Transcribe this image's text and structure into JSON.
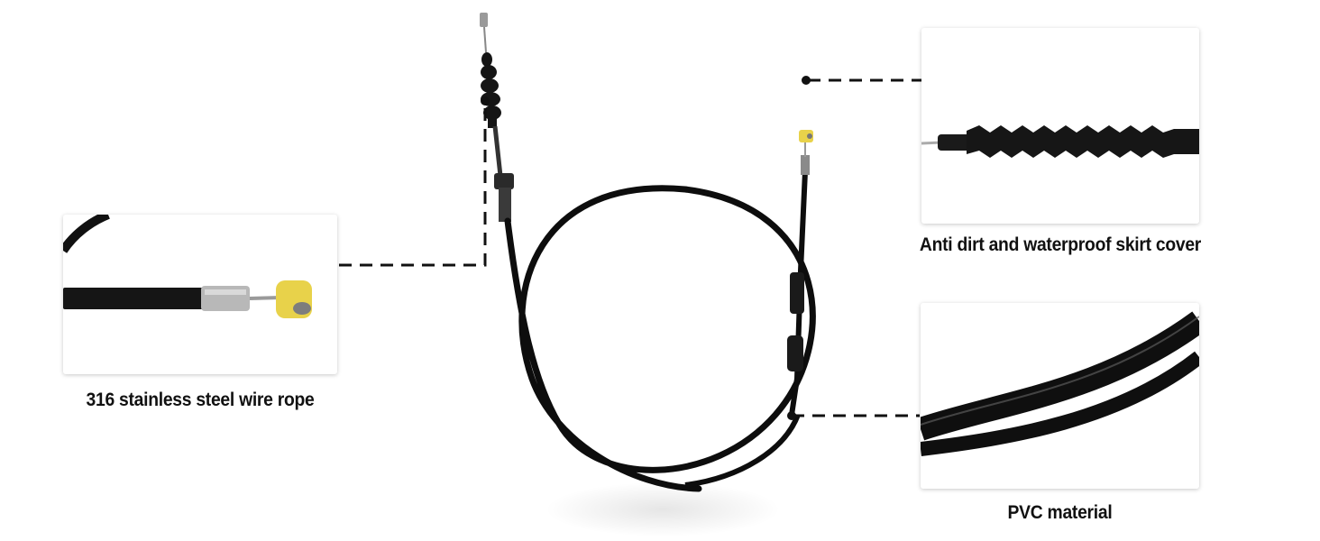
{
  "callouts": {
    "wire_rope": {
      "label": "316 stainless steel wire rope"
    },
    "skirt_cover": {
      "label": "Anti dirt and waterproof skirt cover"
    },
    "pvc": {
      "label": "PVC material"
    }
  },
  "colors": {
    "cable": "#0d0d0d",
    "fitting_yellow": "#e8d24a",
    "metal": "#b8b8b8",
    "leader": "#111111"
  }
}
